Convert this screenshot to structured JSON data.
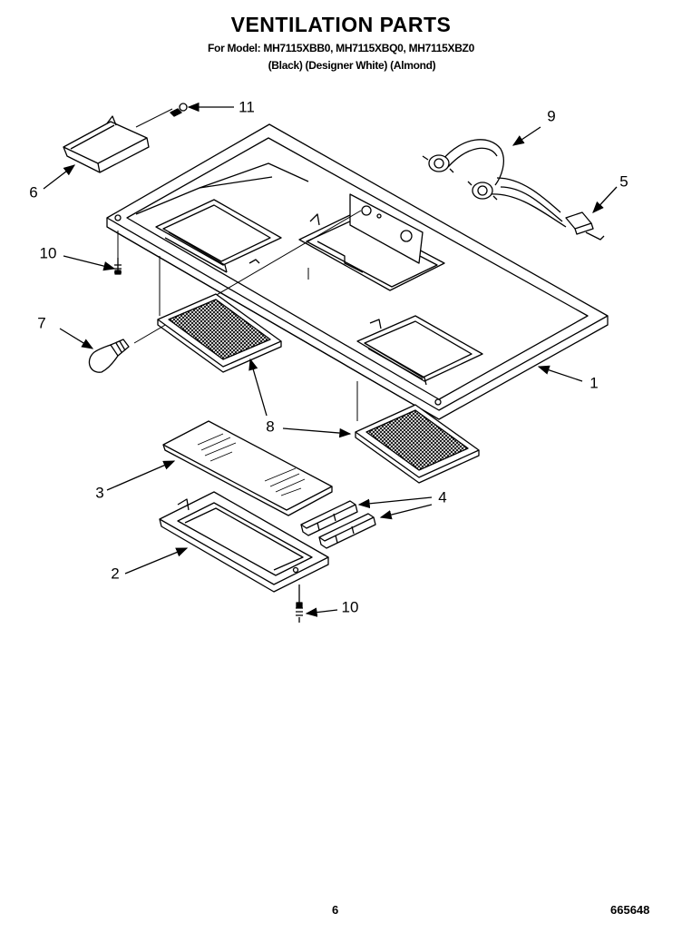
{
  "header": {
    "title": "VENTILATION PARTS",
    "models_line": "For Model: MH7115XBB0, MH7115XBQ0, MH7115XBZ0",
    "colors_line": "(Black) (Designer White) (Almond)"
  },
  "callouts": [
    "11",
    "9",
    "6",
    "5",
    "10",
    "7",
    "1",
    "8",
    "3",
    "4",
    "2",
    "10"
  ],
  "footer": {
    "page_number": "6",
    "document_number": "665648"
  }
}
